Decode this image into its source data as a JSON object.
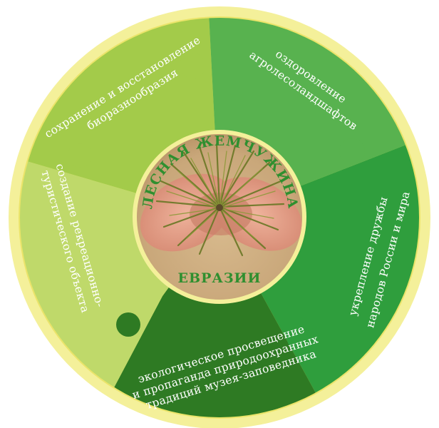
{
  "center": {
    "title_top": "ЛЕСНАЯ ЖЕМЧУЖИНА",
    "title_bottom": "ЕВРАЗИИ"
  },
  "segments": [
    {
      "lines": [
        "сохранение и восстановление",
        "биоразнообразия"
      ]
    },
    {
      "lines": [
        "оздоровление",
        "агролесоландшафтов"
      ]
    },
    {
      "lines": [
        "укрепление дружбы",
        "народов России и мира"
      ]
    },
    {
      "lines": [
        "экологическое просвещение",
        "и пропаганда природоохранных",
        "традиций  музея-заповедника"
      ]
    },
    {
      "lines": [
        "создание рекреационно-",
        "туристического объекта"
      ]
    }
  ],
  "colors": {
    "ring": "#f2ee7a",
    "seg_top_left": "#a3cb4a",
    "seg_top_right": "#58b24f",
    "seg_right": "#2f9e3d",
    "seg_bottom": "#2e7a23",
    "seg_left": "#bfd96a",
    "center_border": "#f2ee7a",
    "center_title": "#2f8f2f"
  }
}
